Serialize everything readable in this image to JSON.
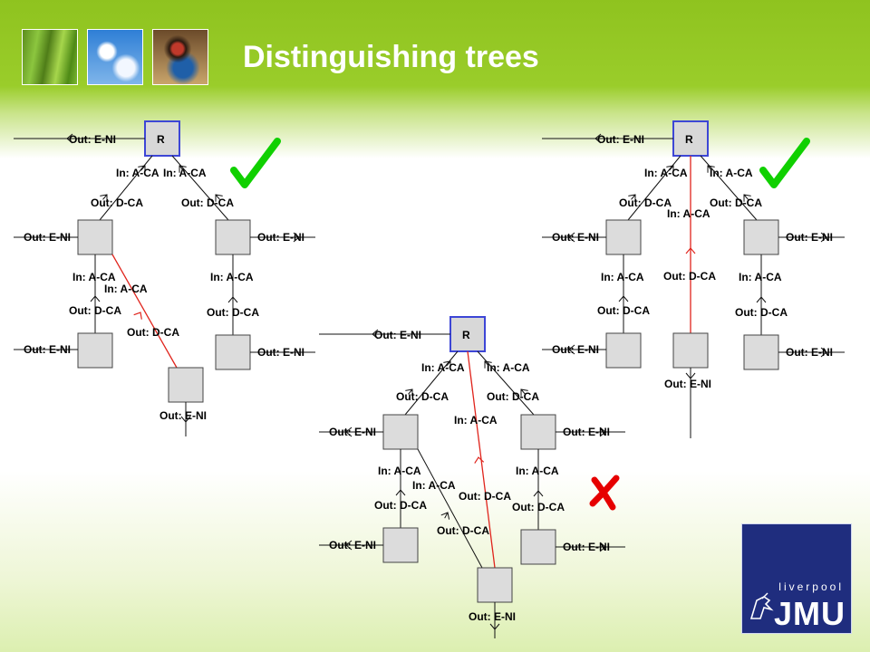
{
  "slide": {
    "title": "Distinguishing trees",
    "photos": [
      "grass-photo",
      "sky-photo",
      "butterfly-photo"
    ]
  },
  "labels": {
    "root": "R",
    "out_eni": "Out: E-NI",
    "out_dca": "Out: D-CA",
    "in_aca": "In: A-CA"
  },
  "marks": {
    "left_tree": "check",
    "right_tree": "check",
    "middle_tree": "cross",
    "check_color": "#10d000",
    "cross_color": "#e60000"
  },
  "colors": {
    "header_green": "#8fc31f",
    "highlight_edge": "#e0241c",
    "root_border": "#3d46d6",
    "node_fill": "#dcdcdc",
    "logo_background": "#1f2d7e"
  },
  "logo": {
    "city": "liverpool",
    "name": "JMU"
  }
}
